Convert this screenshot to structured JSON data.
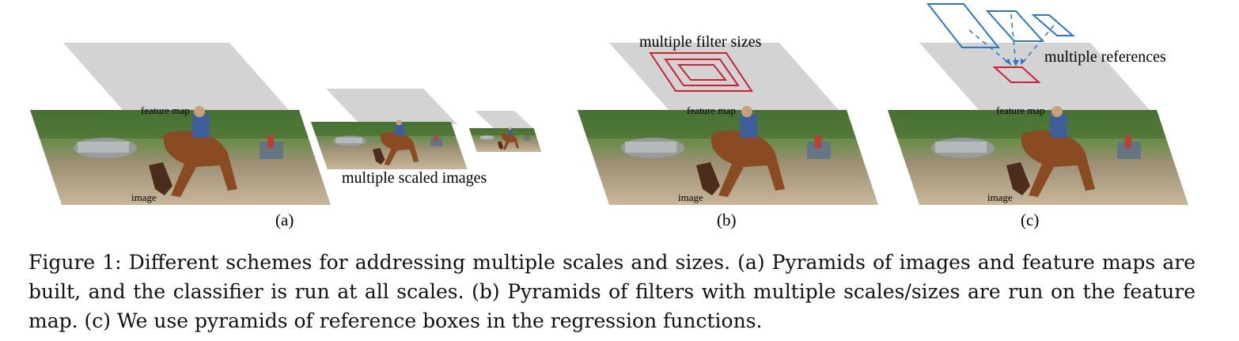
{
  "panels": {
    "a": {
      "subcaption": "(a)",
      "feature_map_label": "feature map",
      "image_label": "image",
      "annotation": "multiple scaled images"
    },
    "b": {
      "subcaption": "(b)",
      "feature_map_label": "feature map",
      "image_label": "image",
      "annotation": "multiple filter sizes"
    },
    "c": {
      "subcaption": "(c)",
      "feature_map_label": "feature map",
      "image_label": "image",
      "annotation": "multiple references"
    }
  },
  "colors": {
    "feature_map": "#d3d3d3",
    "filter_boxes": "#cc2233",
    "reference_boxes": "#2a78c4"
  },
  "caption": "Figure 1: Different schemes for addressing multiple scales and sizes. (a) Pyramids of images and feature maps are built, and the classifier is run at all scales. (b) Pyramids of filters with multiple scales/sizes are run on the feature map. (c) We use pyramids of reference boxes in the regression functions."
}
